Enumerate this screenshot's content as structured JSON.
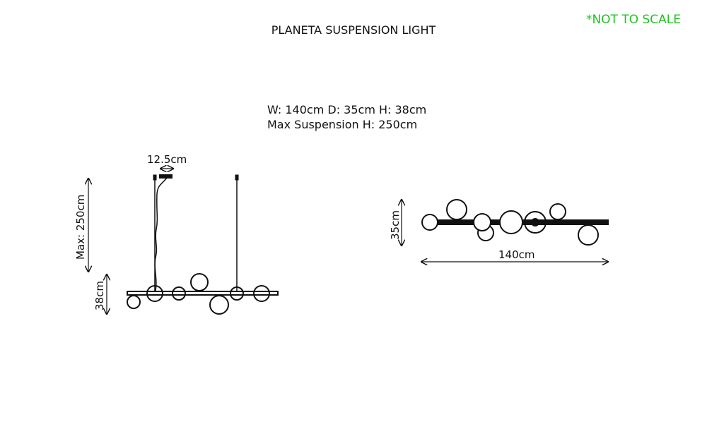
{
  "title": "PLANETA SUSPENSION LIGHT",
  "scale_note": "*NOT TO SCALE",
  "scale_note_color": "#1fc41f",
  "dimensions": {
    "line1": "W: 140cm D: 35cm H: 38cm",
    "line2": "Max Suspension H: 250cm"
  },
  "front_view": {
    "canopy_width_label": "12.5cm",
    "max_suspension_label": "Max: 250cm",
    "height_label": "38cm"
  },
  "top_view": {
    "depth_label": "35cm",
    "width_label": "140cm"
  }
}
